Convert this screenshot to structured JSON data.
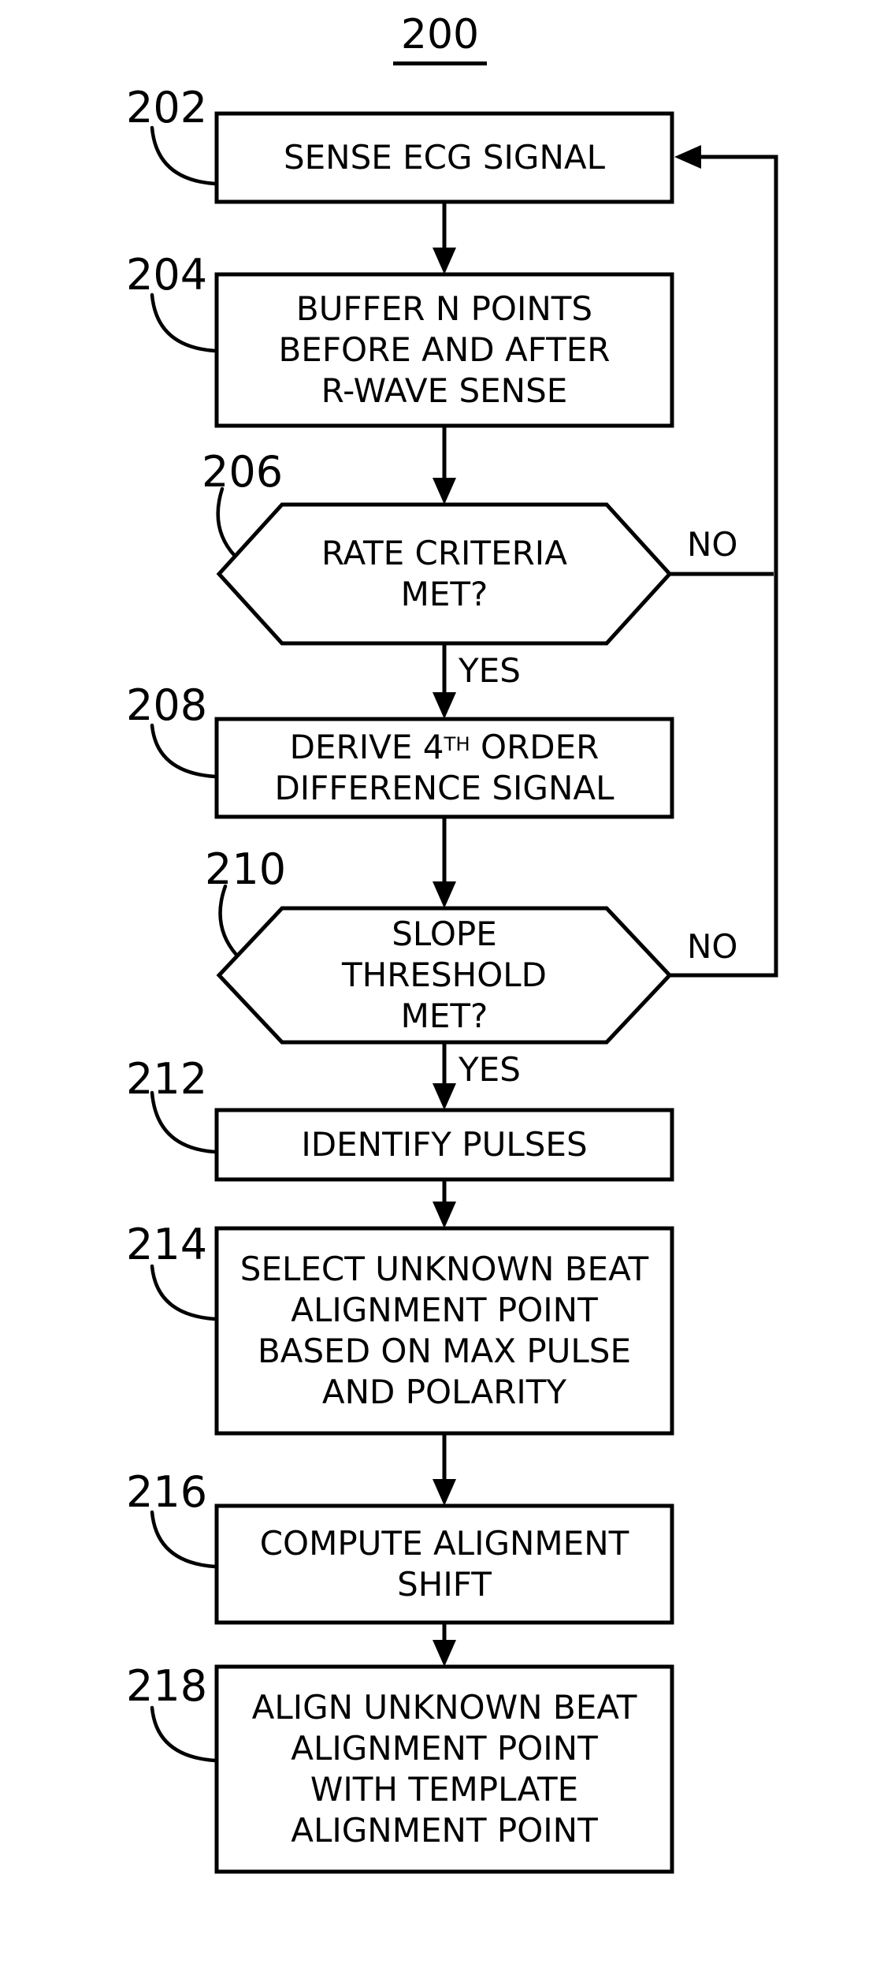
{
  "title": "200",
  "nodes": [
    {
      "id": "202",
      "type": "process",
      "label": "SENSE ECG SIGNAL"
    },
    {
      "id": "204",
      "type": "process",
      "label": "BUFFER N POINTS\nBEFORE AND AFTER\nR-WAVE SENSE"
    },
    {
      "id": "206",
      "type": "decision",
      "label": "RATE CRITERIA\nMET?"
    },
    {
      "id": "208",
      "type": "process",
      "label_parts": {
        "pre": "DERIVE 4",
        "sup": "TH",
        "post": " ORDER",
        "line2": "DIFFERENCE SIGNAL"
      }
    },
    {
      "id": "210",
      "type": "decision",
      "label": "SLOPE\nTHRESHOLD\nMET?"
    },
    {
      "id": "212",
      "type": "process",
      "label": "IDENTIFY PULSES"
    },
    {
      "id": "214",
      "type": "process",
      "label": "SELECT UNKNOWN BEAT\nALIGNMENT POINT\nBASED ON MAX PULSE\nAND POLARITY"
    },
    {
      "id": "216",
      "type": "process",
      "label": "COMPUTE ALIGNMENT\nSHIFT"
    },
    {
      "id": "218",
      "type": "process",
      "label": "ALIGN UNKNOWN BEAT\nALIGNMENT POINT\nWITH TEMPLATE\nALIGNMENT POINT"
    }
  ],
  "edges": [
    {
      "from": "202",
      "to": "204",
      "label": ""
    },
    {
      "from": "204",
      "to": "206",
      "label": ""
    },
    {
      "from": "206",
      "to": "208",
      "label": "YES"
    },
    {
      "from": "206",
      "to": "202",
      "label": "NO"
    },
    {
      "from": "208",
      "to": "210",
      "label": ""
    },
    {
      "from": "210",
      "to": "212",
      "label": "YES"
    },
    {
      "from": "210",
      "to": "202",
      "label": "NO"
    },
    {
      "from": "212",
      "to": "214",
      "label": ""
    },
    {
      "from": "214",
      "to": "216",
      "label": ""
    },
    {
      "from": "216",
      "to": "218",
      "label": ""
    }
  ],
  "colors": {
    "line": "#000000",
    "fill": "#ffffff",
    "text": "#000000"
  }
}
